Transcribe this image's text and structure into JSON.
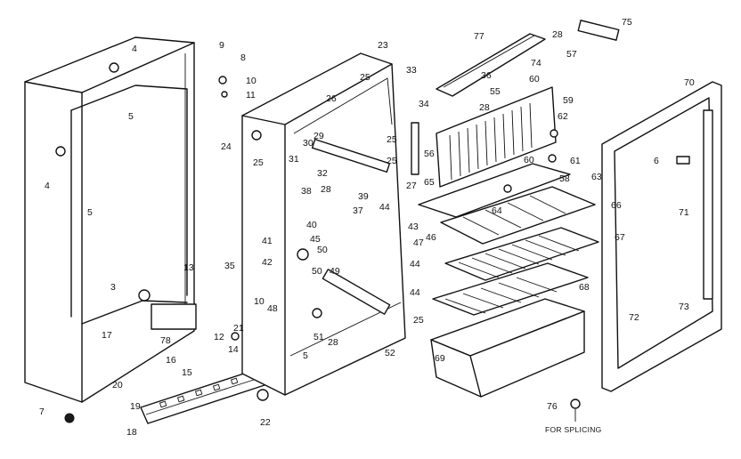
{
  "diagram": {
    "note": "FOR  SPLICING",
    "part_labels": [
      "4",
      "9",
      "8",
      "10",
      "11",
      "5",
      "4",
      "5",
      "3",
      "17",
      "16",
      "78",
      "15",
      "14",
      "13",
      "35",
      "12",
      "20",
      "19",
      "18",
      "7",
      "10",
      "48",
      "21",
      "22",
      "24",
      "25",
      "23",
      "25",
      "26",
      "29",
      "30",
      "31",
      "32",
      "38",
      "28",
      "37",
      "40",
      "41",
      "42",
      "50",
      "49",
      "50",
      "45",
      "39",
      "44",
      "43",
      "47",
      "44",
      "44",
      "46",
      "25",
      "52",
      "28",
      "51",
      "5",
      "33",
      "34",
      "36",
      "28",
      "55",
      "27",
      "25",
      "56",
      "25",
      "77",
      "28",
      "74",
      "57",
      "60",
      "59",
      "62",
      "60",
      "61",
      "58",
      "65",
      "63",
      "64",
      "66",
      "67",
      "68",
      "69",
      "75",
      "70",
      "6",
      "71",
      "72",
      "73",
      "76"
    ]
  }
}
